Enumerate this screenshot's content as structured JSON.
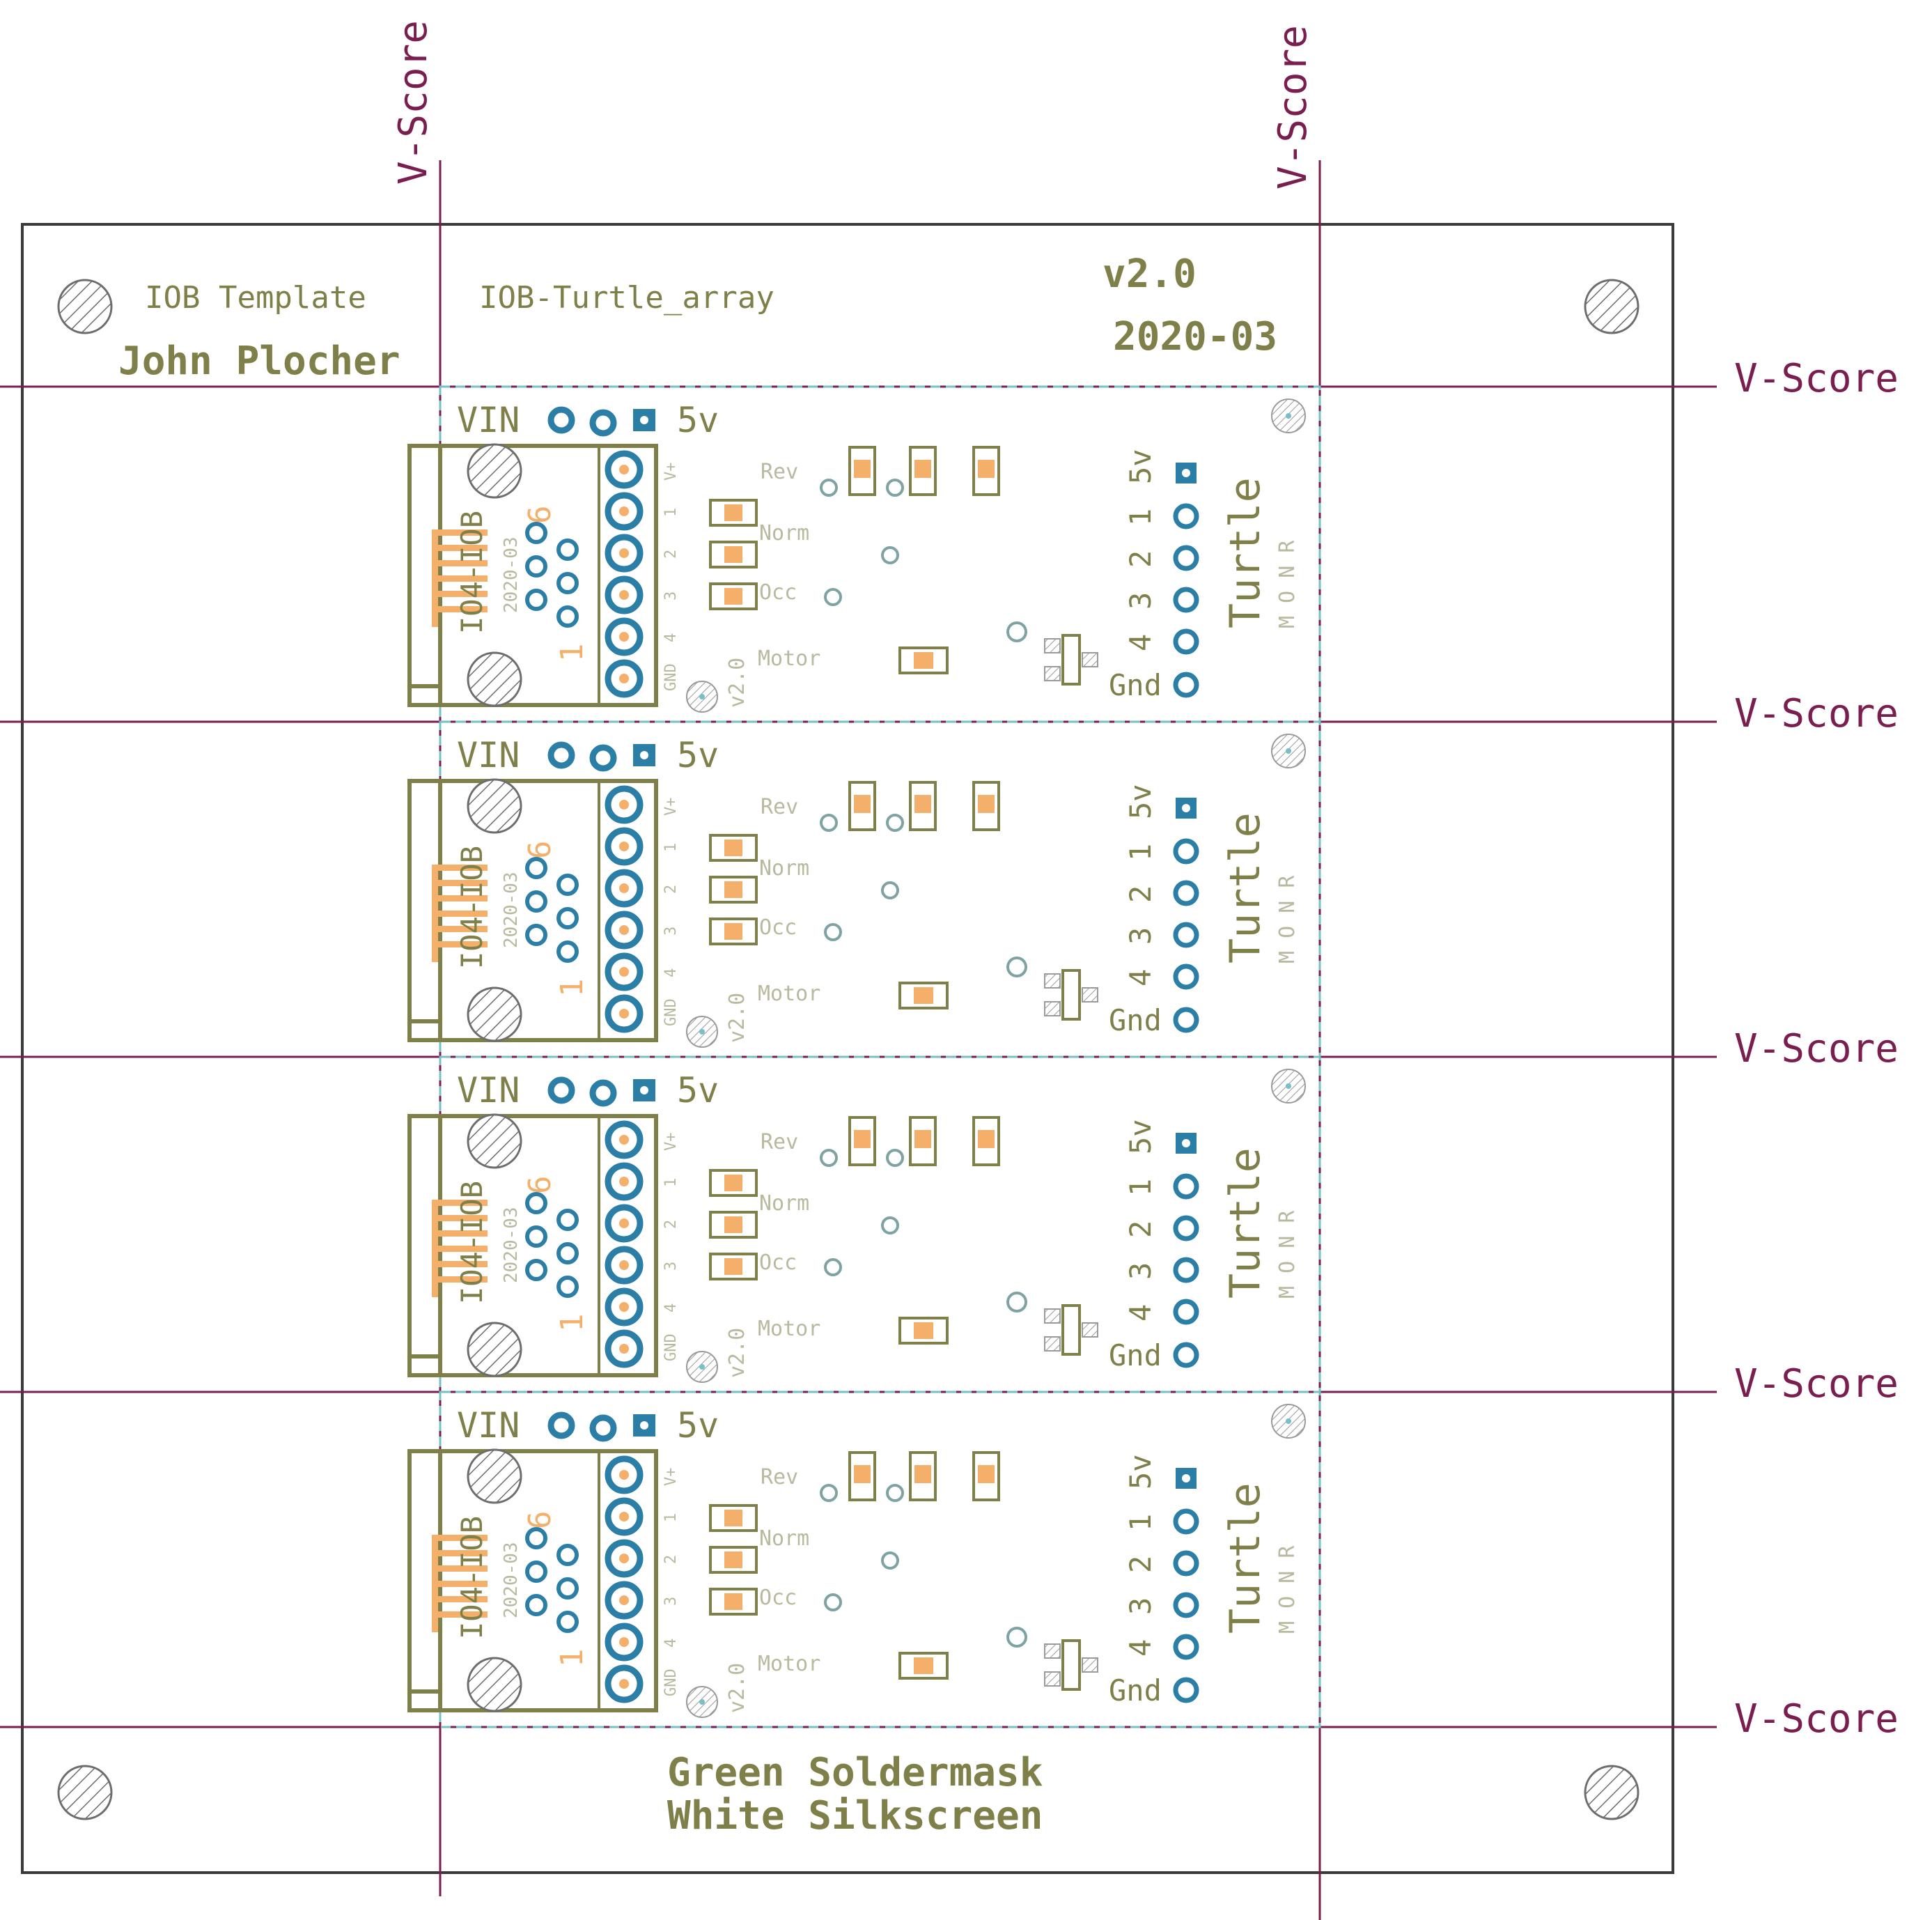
{
  "colors": {
    "outline": "#3a3a3a",
    "vscore": "#7a1e4f",
    "silk": "#7f7f4a",
    "silk_light": "#b9b9a0",
    "tdocu": "#f4b06a",
    "pad": "#2b7fa6",
    "via_ring": "#7fa3a3",
    "dim": "#76c0c6",
    "hatch": "#6d6d6d"
  },
  "vscore_label": "V-Score",
  "header": {
    "template": "IOB Template",
    "author": "John Plocher",
    "board_name": "IOB-Turtle_array",
    "version": "v2.0",
    "date": "2020-03"
  },
  "footer": {
    "line1": "Green Soldermask",
    "line2": "White Silkscreen"
  },
  "module": {
    "vin": "VIN",
    "v5": "5v",
    "connector_id": "IO4-IOB",
    "connector_date": "2020-03",
    "pin6": "6",
    "pin1": "1",
    "pin_names": [
      "V+",
      "1",
      "2",
      "3",
      "4",
      "GND"
    ],
    "version": "v2.0",
    "rev": "Rev",
    "norm": "Norm",
    "occ": "Occ",
    "motor": "Motor",
    "turtle": "Turtle",
    "monr": "M O N R",
    "header_pins": [
      "5v",
      "1",
      "2",
      "3",
      "4",
      "Gnd"
    ]
  },
  "module_count": 4
}
